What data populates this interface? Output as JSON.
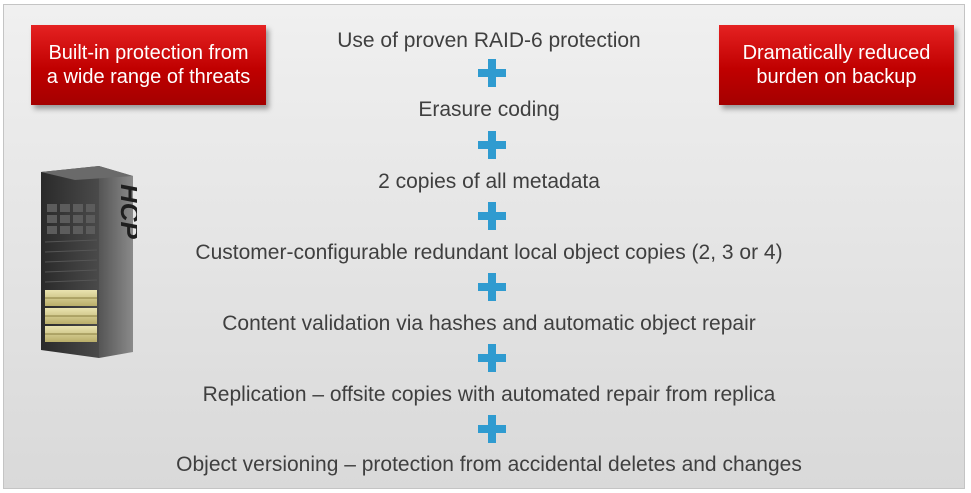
{
  "left_callout": {
    "text": "Built-in protection from a wide range of threats"
  },
  "right_callout": {
    "text": "Dramatically reduced burden on backup"
  },
  "server": {
    "label": "HCP"
  },
  "steps": [
    "Use of proven RAID-6 protection",
    "Erasure coding",
    "2 copies of all metadata",
    "Customer-configurable redundant local object copies (2, 3 or 4)",
    "Content validation via hashes and automatic object repair",
    "Replication – offsite copies with automated repair from replica",
    "Object versioning – protection from accidental deletes and changes"
  ],
  "colors": {
    "callout_red": "#c00000",
    "plus_blue": "#2f9bd0",
    "text": "#3f3f3f"
  },
  "icons": {
    "connector": "plus-icon",
    "server": "server-rack-icon"
  }
}
